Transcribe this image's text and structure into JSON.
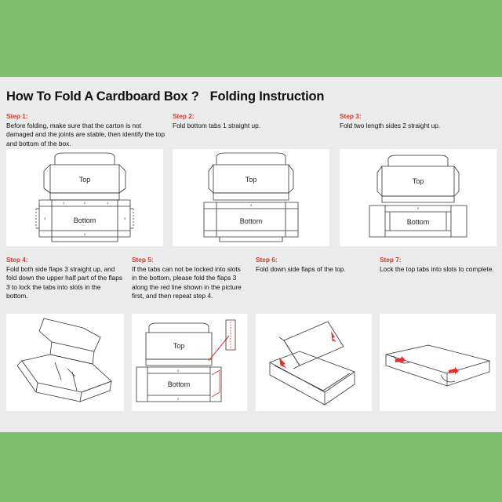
{
  "title": {
    "main": "How To Fold A Cardboard Box ?",
    "sub": "Folding Instruction"
  },
  "steps": [
    {
      "label": "Step 1:",
      "text": "Before folding, make sure that the carton is not damaged and the joints are stable, then identify the top and bottom of the box."
    },
    {
      "label": "Step 2:",
      "text": "Fold bottom tabs 1 straight up."
    },
    {
      "label": "Step 3:",
      "text": "Fold two length sides 2 straight up."
    },
    {
      "label": "Step 4:",
      "text": "Fold both side flaps 3 straight up, and fold down the upper half part of the flaps 3 to lock the tabs into slots in the bottom."
    },
    {
      "label": "Step 5:",
      "text": "If the tabs can not be locked into slots in the bottom, please fold the flaps 3 along the red line shown in the picture first, and then repeat step 4."
    },
    {
      "label": "Step 6:",
      "text": "Fold down side flaps of the top."
    },
    {
      "label": "Step 7:",
      "text": "Lock the top tabs into slots to complete."
    }
  ],
  "diagram": {
    "top_label": "Top",
    "bottom_label": "Bottom",
    "n1": "1",
    "n2": "2",
    "n3": "3"
  },
  "colors": {
    "background_green": "#7dbf6c",
    "panel_gray": "#ebebeb",
    "step_red": "#d23a2a",
    "arrow_red": "#e0302a"
  }
}
